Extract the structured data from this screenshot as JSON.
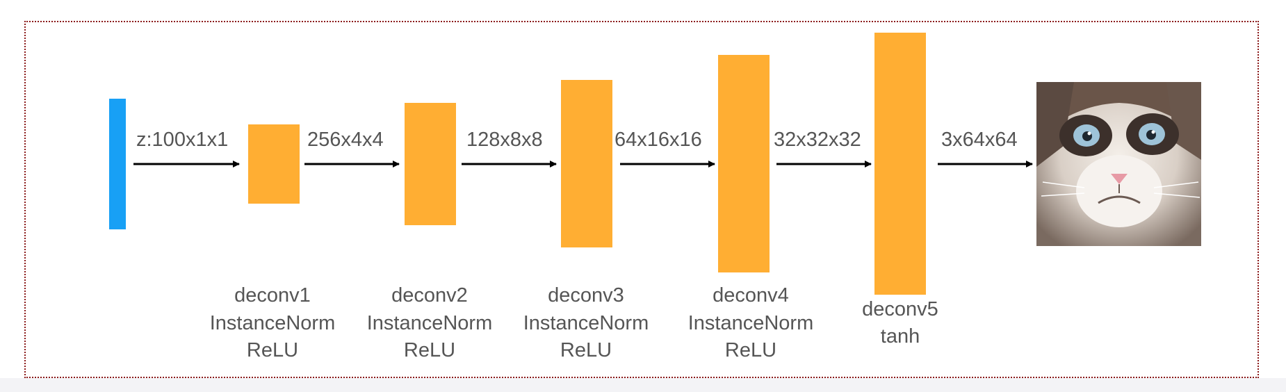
{
  "colors": {
    "input_block": "#18a0f5",
    "layer_block": "#ffae33",
    "arrow": "#000000",
    "text": "#555555",
    "frame_border": "#8b1a1a"
  },
  "input": {
    "icon": "input-vector-bar"
  },
  "shapes": [
    "z:100x1x1",
    "256x4x4",
    "128x8x8",
    "64x16x16",
    "32x32x32",
    "3x64x64"
  ],
  "layers": [
    {
      "lines": [
        "deconv1",
        "InstanceNorm",
        "ReLU"
      ]
    },
    {
      "lines": [
        "deconv2",
        "InstanceNorm",
        "ReLU"
      ]
    },
    {
      "lines": [
        "deconv3",
        "InstanceNorm",
        "ReLU"
      ]
    },
    {
      "lines": [
        "deconv4",
        "InstanceNorm",
        "ReLU"
      ]
    },
    {
      "lines": [
        "deconv5",
        "tanh"
      ]
    }
  ],
  "output": {
    "icon": "generated-cat-image"
  }
}
